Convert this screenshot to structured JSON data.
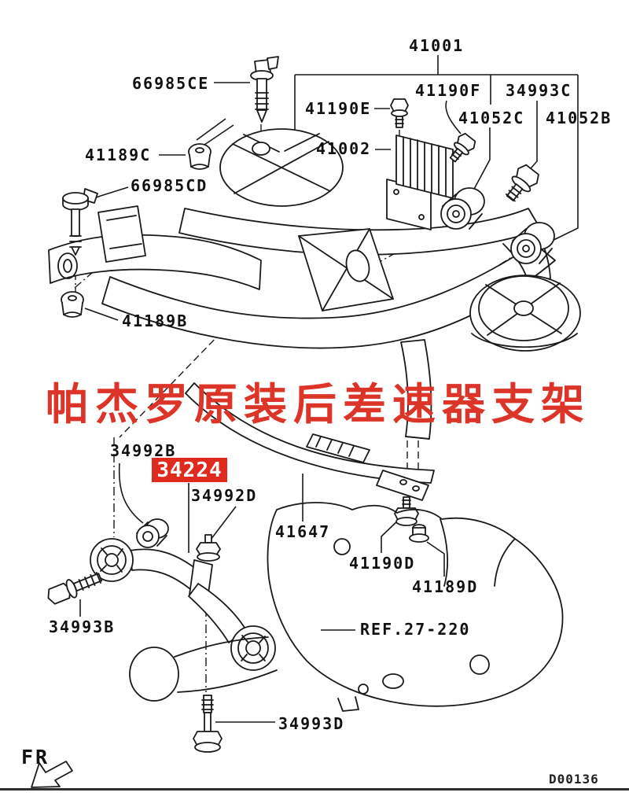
{
  "canvas": {
    "background": "#ffffff",
    "line_color": "#1a1a1a"
  },
  "overlay": {
    "title": "帕杰罗原装后差速器支架",
    "color": "#dc3428"
  },
  "highlight": {
    "part_number": "34224",
    "bg_color": "#e02a1e",
    "text_color": "#ffffff"
  },
  "footer": {
    "direction_label": "FR",
    "drawing_number": "D00136"
  },
  "parts": {
    "p41001": "41001",
    "p66985ce": "66985CE",
    "p41190e": "41190E",
    "p41190f": "41190F",
    "p34993c": "34993C",
    "p41052c": "41052C",
    "p41052b": "41052B",
    "p41189c": "41189C",
    "p41002": "41002",
    "p66985cd": "66985CD",
    "p41189b": "41189B",
    "p34992b": "34992B",
    "p34992d": "34992D",
    "p41647": "41647",
    "p41190d": "41190D",
    "p41189d": "41189D",
    "p34993b": "34993B",
    "p34993d": "34993D",
    "ref_27_220": "REF.27-220"
  }
}
